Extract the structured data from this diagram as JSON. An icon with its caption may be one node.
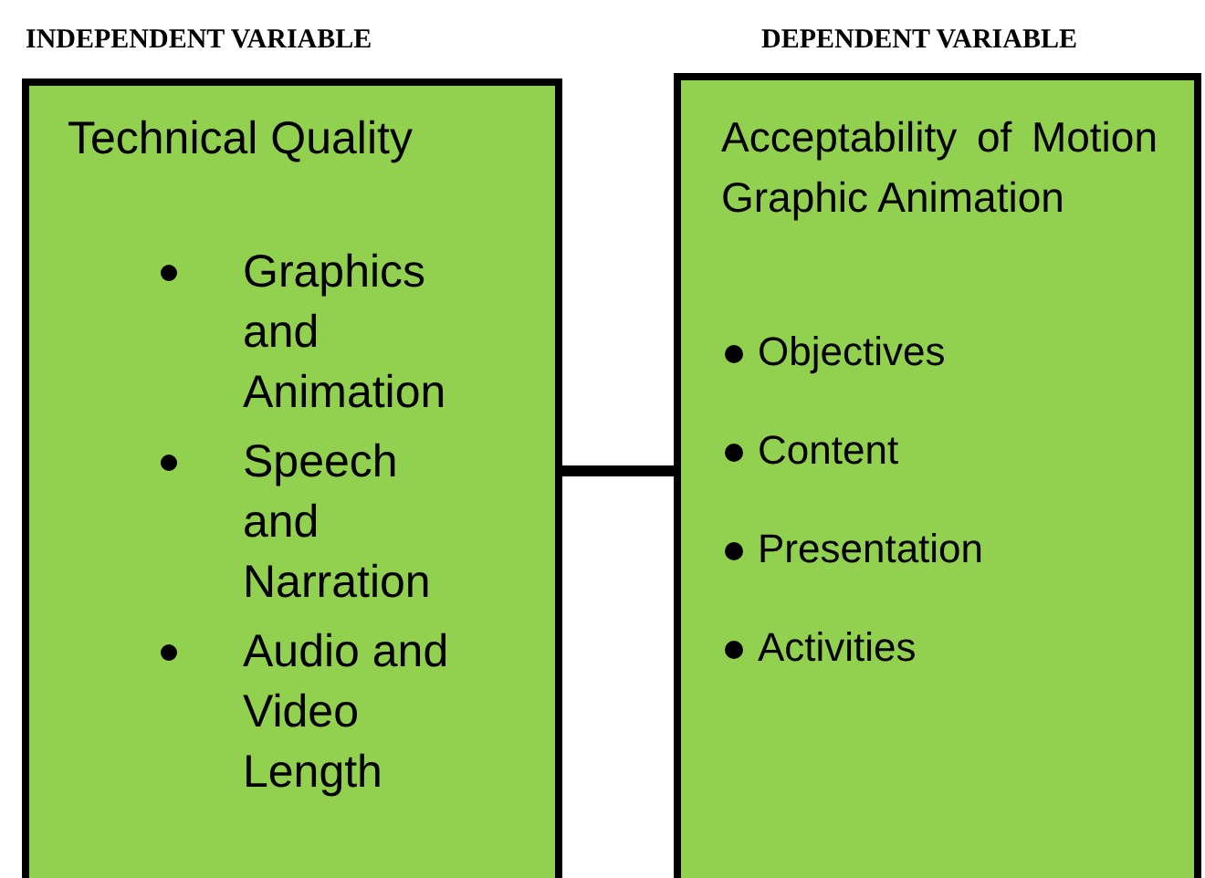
{
  "diagram": {
    "nodes": [
      {
        "text": [
          "INDEPENDENT VARIABLE",
          "Technical Quality",
          "Graphics and Animation",
          "Speech and Narration",
          "Audio and Video Length"
        ]
      },
      {
        "text": [
          "DEPENDENT VARIABLE",
          "Acceptability of Motion Graphic Animation",
          "Objectives",
          "Content",
          "Presentation",
          "Activities"
        ]
      }
    ],
    "edges": [
      {
        "from": 0,
        "to": 1,
        "arrow": "none"
      }
    ]
  }
}
